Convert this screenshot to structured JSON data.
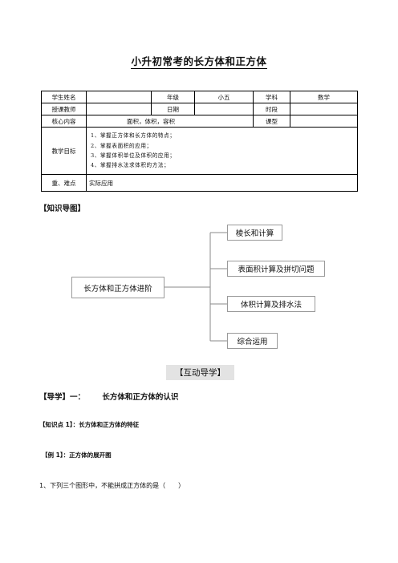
{
  "title": "小升初常考的长方体和正方体",
  "info_table": {
    "row1": [
      "学生姓名",
      "",
      "年级",
      "小五",
      "学科",
      "数学"
    ],
    "row2": [
      "授课教师",
      "",
      "日期",
      "",
      "时段",
      ""
    ],
    "row3": [
      "核心内容",
      "面积，体积，容积",
      "课型",
      ""
    ],
    "goals_label": "教学目标",
    "goals": [
      "1、掌握正方体和长方体的特点；",
      "2、掌握表面积的应用；",
      "3、掌握体积单位及体积的应用；",
      "4、掌握排水法求体积的方法；"
    ],
    "focus_label": "重、难点",
    "focus_value": "实际应用"
  },
  "knowledge_map_heading": "【知识导图】",
  "mindmap": {
    "root": "长方体和正方体进阶",
    "branches": [
      "棱长和计算",
      "表面积计算及拼切问题",
      "体积计算及排水法",
      "综合运用"
    ]
  },
  "interactive_heading": "【互动导学】",
  "guide_heading": {
    "prefix": "【导学】一：",
    "topic": "长方体和正方体的认识"
  },
  "knowledge_point": "【知识点 1】：长方体和正方体的特征",
  "example": "【例 1】：正方体的展开图",
  "question": "1、下列三个图形中，不能拼成正方体的是（　　）"
}
